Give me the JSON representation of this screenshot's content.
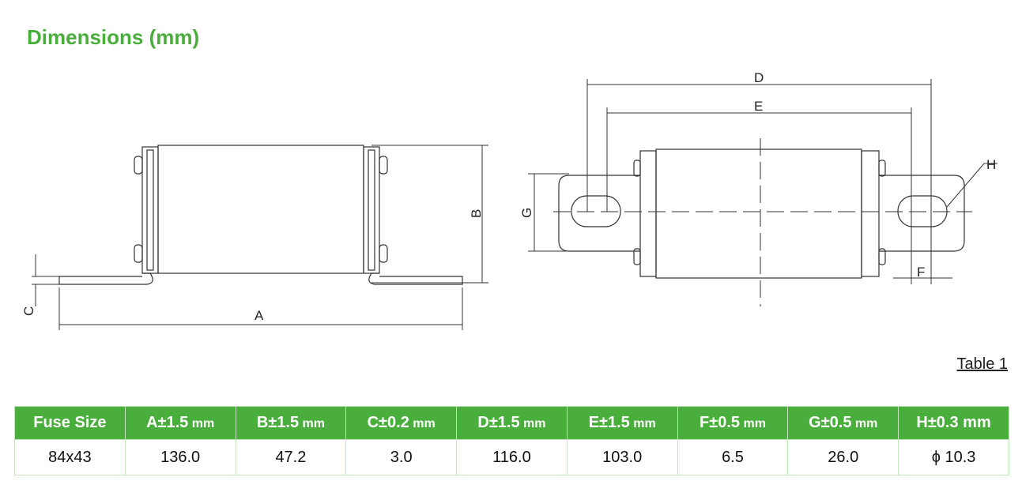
{
  "title": "Dimensions (mm)",
  "drawing_labels": {
    "A": "A",
    "B": "B",
    "C": "C",
    "D": "D",
    "E": "E",
    "F": "F",
    "G": "G",
    "H": "H"
  },
  "table_caption": "Table 1",
  "table": {
    "headers": [
      {
        "label": "Fuse Size",
        "unit": ""
      },
      {
        "label": "A±1.5",
        "unit": " mm"
      },
      {
        "label": "B±1.5",
        "unit": " mm"
      },
      {
        "label": "C±0.2",
        "unit": " mm"
      },
      {
        "label": "D±1.5",
        "unit": " mm"
      },
      {
        "label": "E±1.5",
        "unit": " mm"
      },
      {
        "label": "F±0.5",
        "unit": " mm"
      },
      {
        "label": "G±0.5",
        "unit": " mm"
      },
      {
        "label": "H±0.3 mm",
        "unit": ""
      }
    ],
    "rows": [
      [
        "84x43",
        "136.0",
        "47.2",
        "3.0",
        "116.0",
        "103.0",
        "6.5",
        "26.0",
        "ϕ 10.3"
      ]
    ]
  }
}
